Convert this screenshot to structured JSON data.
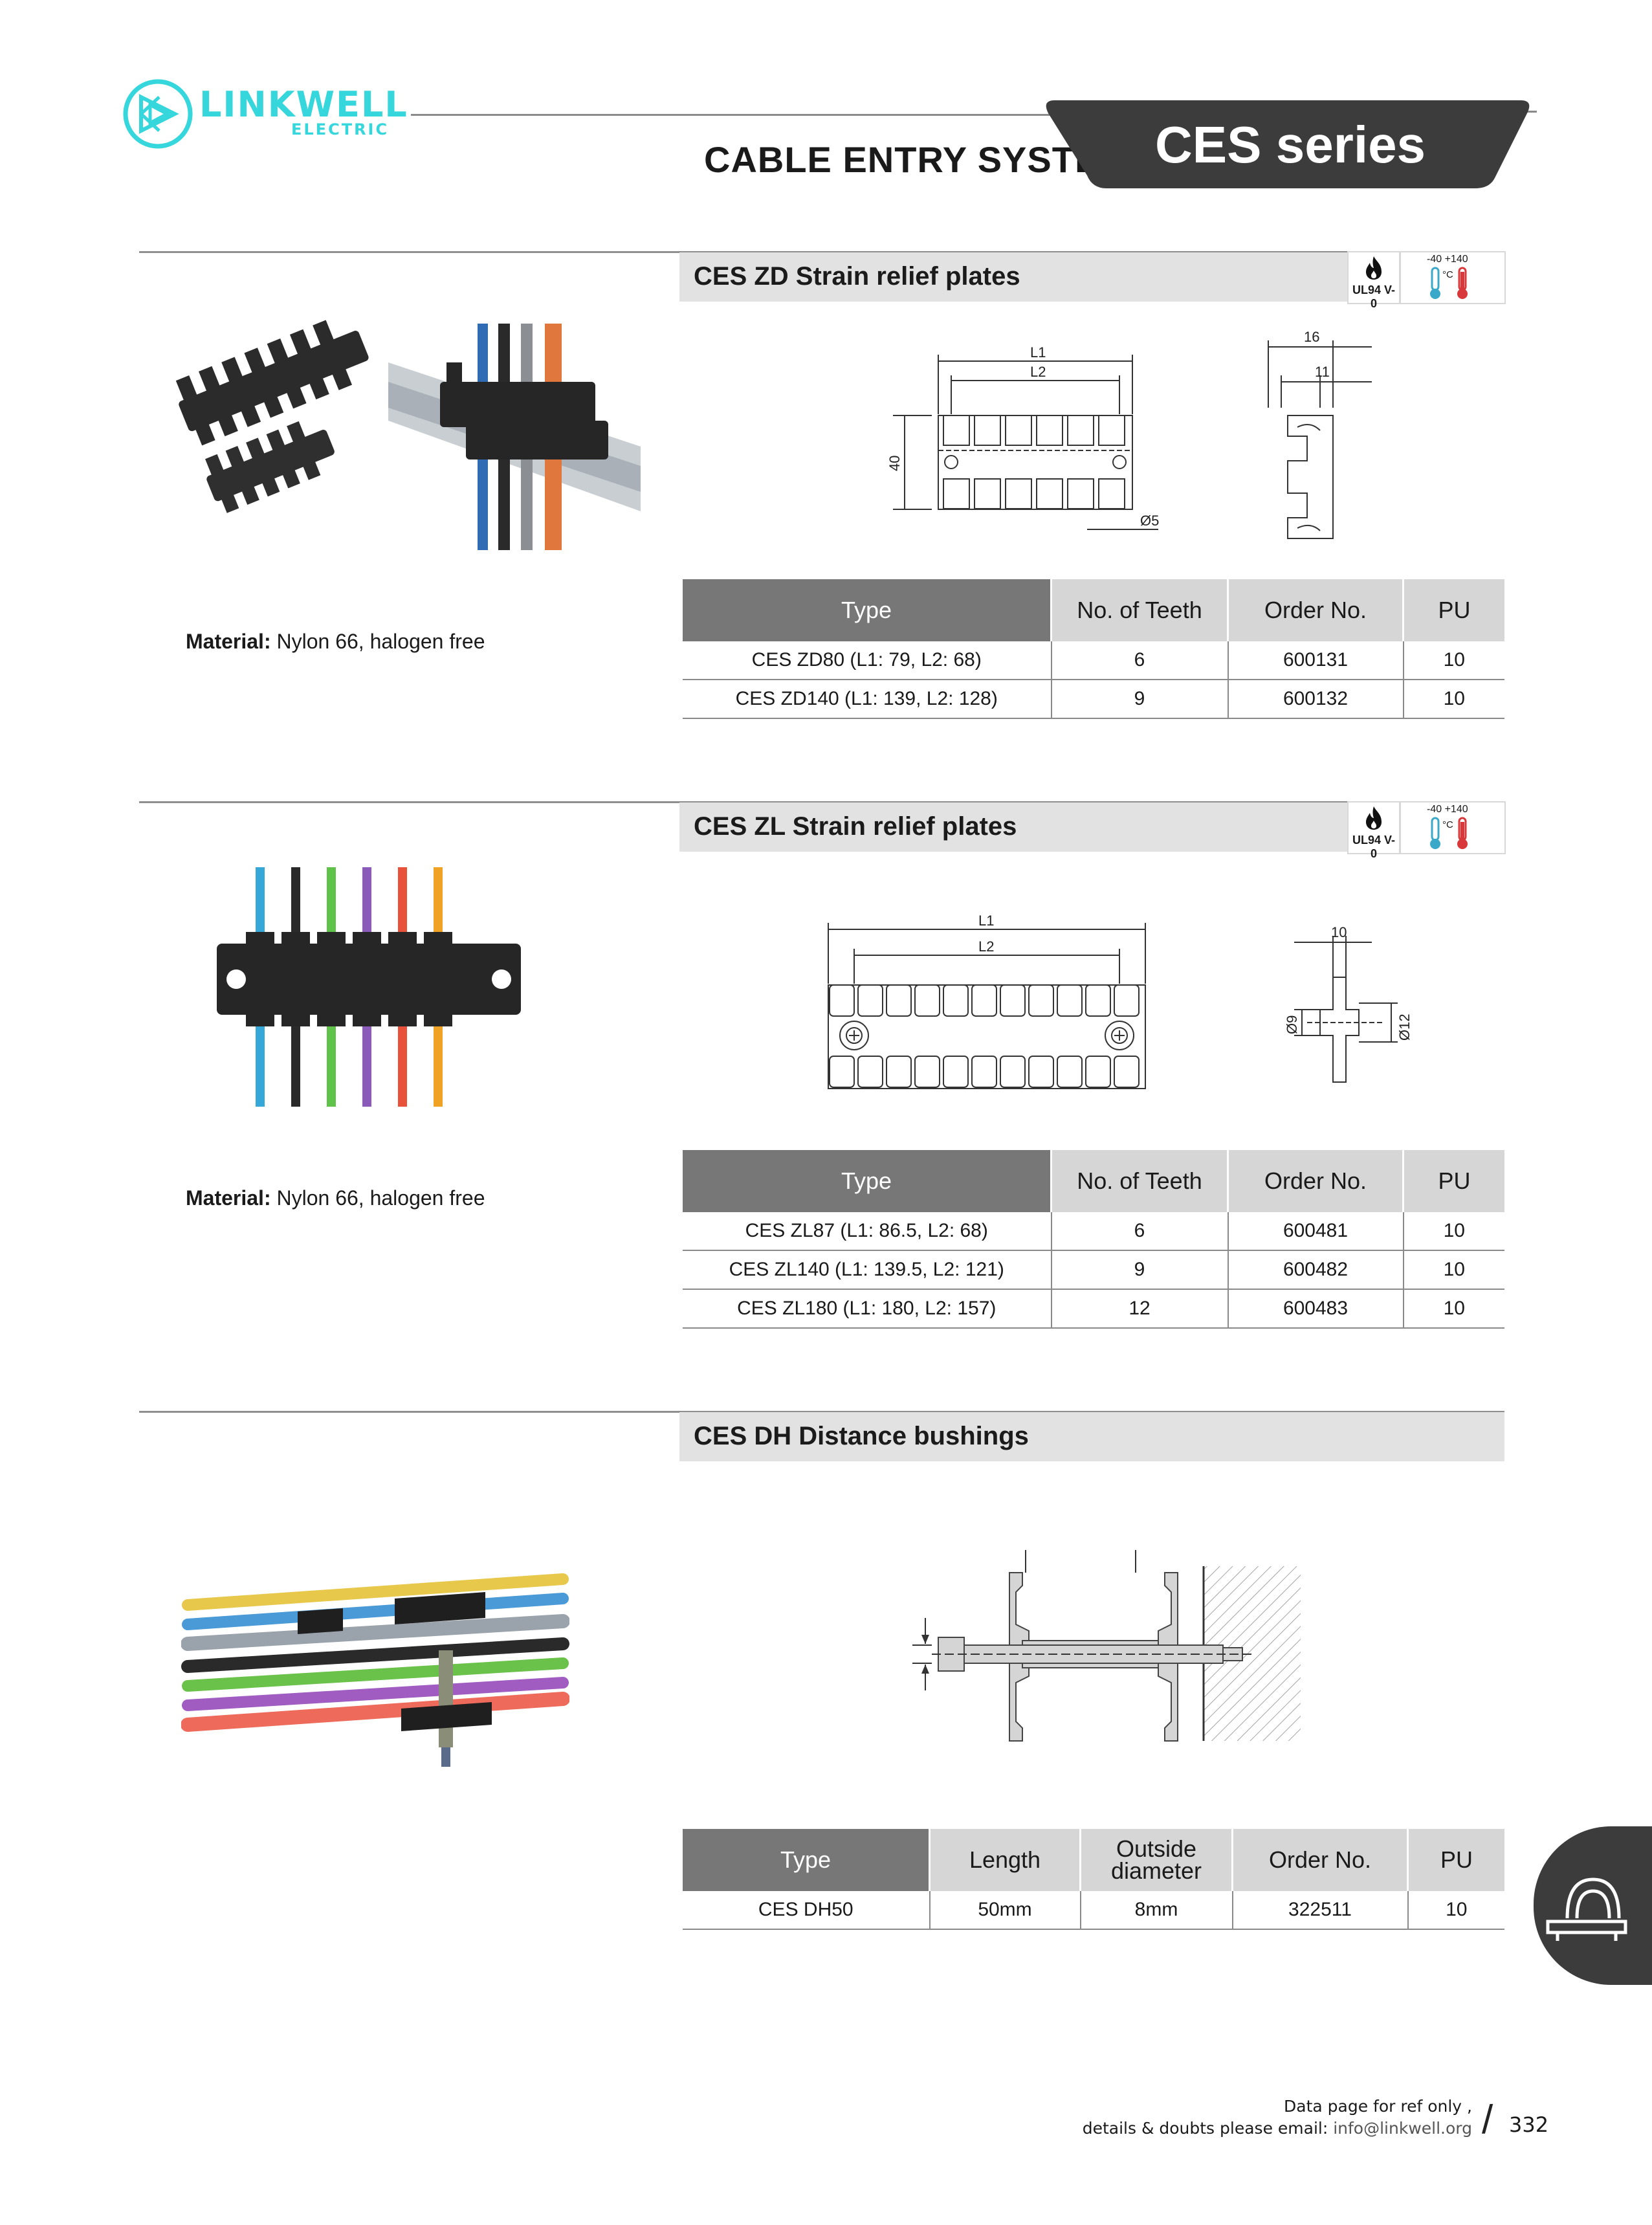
{
  "header": {
    "brand": "LINKWELL",
    "brand_sub": "ELECTRIC",
    "title": "CABLE ENTRY SYSTEM",
    "series": "CES series",
    "accent": "#35d6dc",
    "tab_color": "#3c3c3c"
  },
  "sections": [
    {
      "title": "CES ZD Strain relief plates",
      "badge_flame": "UL94 V-0",
      "badge_temp": "-40 +140",
      "badge_unit": "°C",
      "material_label": "Material:",
      "material_value": " Nylon 66, halogen free",
      "drawing": {
        "l1": "L1",
        "l2": "L2",
        "height": "40",
        "hole": "Ø5",
        "w16": "16",
        "w11": "11"
      },
      "columns": [
        "Type",
        "No. of Teeth",
        "Order No.",
        "PU"
      ],
      "rows": [
        [
          "CES ZD80 (L1: 79, L2: 68)",
          "6",
          "600131",
          "10"
        ],
        [
          "CES ZD140 (L1: 139, L2: 128)",
          "9",
          "600132",
          "10"
        ]
      ]
    },
    {
      "title": "CES ZL Strain relief plates",
      "badge_flame": "UL94 V-0",
      "badge_temp": "-40 +140",
      "badge_unit": "°C",
      "material_label": "Material:",
      "material_value": " Nylon 66, halogen free",
      "drawing": {
        "l1": "L1",
        "l2": "L2",
        "w10": "10",
        "d9": "Ø9",
        "d12": "Ø12"
      },
      "columns": [
        "Type",
        "No. of Teeth",
        "Order No.",
        "PU"
      ],
      "rows": [
        [
          "CES ZL87 (L1: 86.5, L2: 68)",
          "6",
          "600481",
          "10"
        ],
        [
          "CES ZL140 (L1: 139.5, L2: 121)",
          "9",
          "600482",
          "10"
        ],
        [
          "CES ZL180 (L1: 180, L2: 157)",
          "12",
          "600483",
          "10"
        ]
      ]
    },
    {
      "title": "CES DH Distance bushings",
      "columns": [
        "Type",
        "Length",
        "Outside\ndiameter",
        "Order No.",
        "PU"
      ],
      "rows": [
        [
          "CES DH50",
          "50mm",
          "8mm",
          "322511",
          "10"
        ]
      ]
    }
  ],
  "footer": {
    "line1": "Data page for ref only ,",
    "line2_prefix": "details & doubts please email: ",
    "email": "info@linkwell.org",
    "slash": "/",
    "page": "332"
  }
}
